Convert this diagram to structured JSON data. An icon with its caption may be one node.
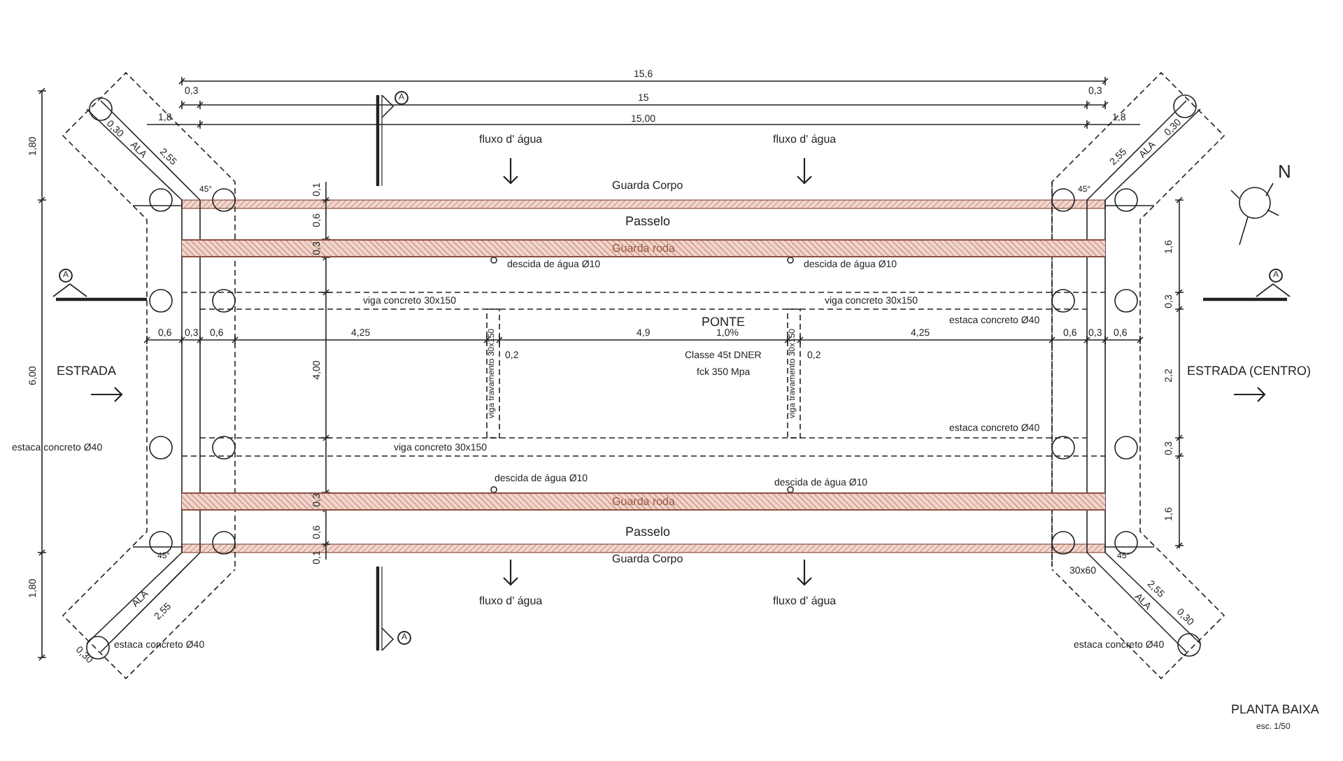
{
  "diagram": {
    "title": "PLANTA BAIXA",
    "nodes": [
      {
        "text": [
          "Guarda roda"
        ]
      },
      {
        "text": [
          "Guarda roda"
        ]
      }
    ],
    "labels": [
      "15,6",
      "0,3",
      "15",
      "0,3",
      "1,8",
      "15,00",
      "1,8",
      "1,80",
      "A",
      "0,30",
      "ALA",
      "2,55",
      "fluxo d' água",
      "fluxo d' água",
      "2,55",
      "ALA",
      "0,30",
      "N",
      "45°",
      "0,1",
      "Guarda Corpo",
      "45°",
      "0,6",
      "Passelo",
      "0,3",
      "1,6",
      "descida de água Ø10",
      "descida de água Ø10",
      "A",
      "A",
      "viga concreto 30x150",
      "viga concreto 30x150",
      "0,3",
      "PONTE",
      "estaca concreto Ø40",
      "0,6",
      "0,3",
      "0,6",
      "4,25",
      "4,9",
      "1,0%",
      "4,25",
      "0,6",
      "0,3",
      "0,6",
      "0,2",
      "Classe 45t DNER",
      "0,2",
      "6,00",
      "ESTRADA",
      "4,00",
      "viga travamento 30x150",
      "fck 350 Mpa",
      "viga travamento 30x150",
      "2,2",
      "ESTRADA (CENTRO)",
      "estaca concreto Ø40",
      "estaca concreto Ø40",
      "viga concreto 30x150",
      "0,3",
      "descida de água Ø10",
      "descida de água Ø10",
      "0,3",
      "1,6",
      "0,6",
      "Passelo",
      "45°",
      "0,1",
      "Guarda Corpo",
      "45°",
      "30x60",
      "1,80",
      "ALA",
      "2,55",
      "fluxo d' água",
      "fluxo d' água",
      "2,55",
      "ALA",
      "0,30",
      "A",
      "0,30",
      "estaca concreto Ø40",
      "estaca concreto Ø40",
      "esc. 1/50"
    ]
  }
}
